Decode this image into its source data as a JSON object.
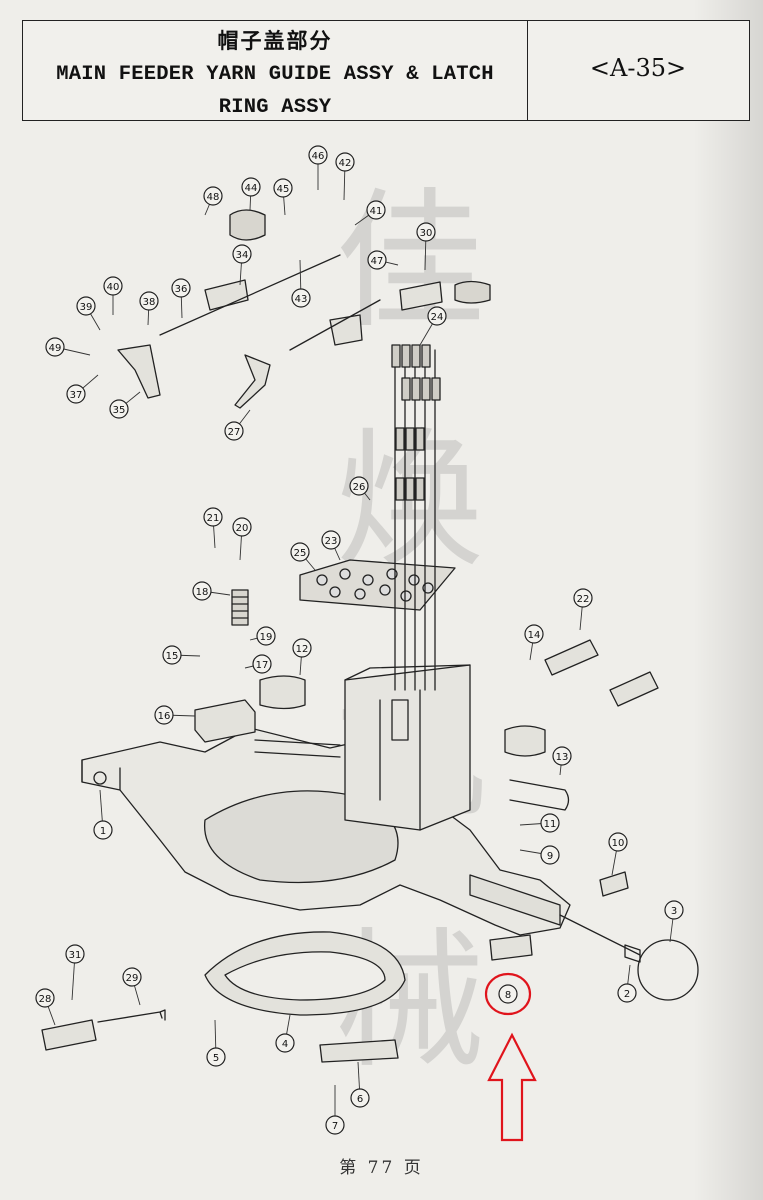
{
  "header": {
    "title_cn": "帽子盖部分",
    "title_en": "MAIN FEEDER YARN GUIDE ASSY & LATCH\nRING ASSY",
    "code": "<A-35>"
  },
  "watermark": [
    "佳",
    "焕",
    "机",
    "械"
  ],
  "callouts": [
    "1",
    "2",
    "3",
    "4",
    "5",
    "6",
    "7",
    "8",
    "9",
    "10",
    "11",
    "12",
    "13",
    "14",
    "15",
    "16",
    "17",
    "18",
    "19",
    "20",
    "21",
    "22",
    "23",
    "24",
    "25",
    "26",
    "27",
    "28",
    "29",
    "30",
    "31",
    "34",
    "35",
    "36",
    "37",
    "38",
    "39",
    "40",
    "41",
    "42",
    "43",
    "44",
    "45",
    "46",
    "47",
    "48",
    "49"
  ],
  "highlight": {
    "part": "8",
    "color": "#e0141c"
  },
  "footer": {
    "page_label": "第 77 页"
  }
}
